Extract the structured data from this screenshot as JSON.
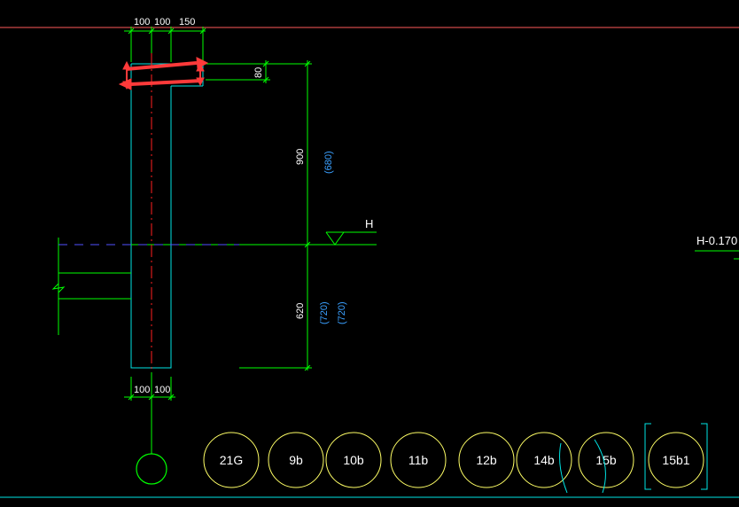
{
  "dimensions": {
    "top": [
      "100",
      "100",
      "150"
    ],
    "bottom": [
      "100",
      "100"
    ],
    "right_small": "80",
    "upper_height": "900",
    "upper_alt": "(680)",
    "lower_height": "620",
    "lower_alt_1": "(720)",
    "lower_alt_2": "(720)"
  },
  "elevation": {
    "label": "H",
    "offset_label": "H-0.170"
  },
  "tags": [
    "21G",
    "9b",
    "10b",
    "11b",
    "12b",
    "14b",
    "15b",
    "15b1"
  ],
  "colors": {
    "background": "#000000",
    "dimension_lines": "#00ff00",
    "outline": "#00ffff",
    "centerline": "#ff0000",
    "hidden_line": "#4040ff",
    "highlight_arrows": "#ff3030",
    "tag_circles": "#ffff66",
    "dim_text": "#ffffff",
    "alt_text": "#3aa0ff"
  }
}
